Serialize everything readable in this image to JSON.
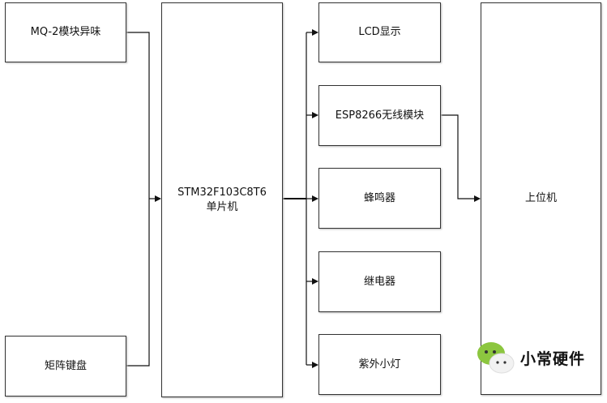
{
  "blocks": {
    "mq2": "MQ-2模块异味",
    "keypad": "矩阵键盘",
    "mcu_line1": "STM32F103C8T6",
    "mcu_line2": "单片机",
    "lcd": "LCD显示",
    "esp": "ESP8266无线模块",
    "buzzer": "蜂鸣器",
    "relay": "继电器",
    "uv_light": "紫外小灯",
    "host": "上位机"
  },
  "watermark": "小常硬件"
}
